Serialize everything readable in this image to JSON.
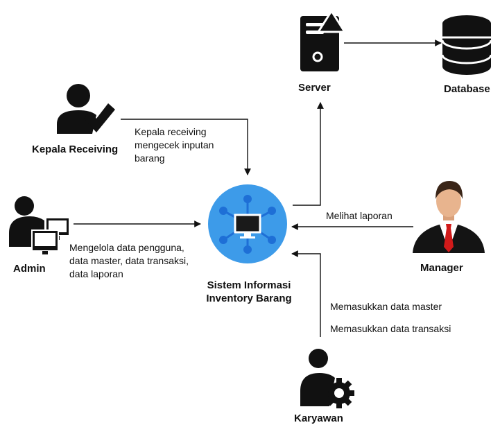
{
  "actors": {
    "server": "Server",
    "database": "Database",
    "kepala_receiving": "Kepala Receiving",
    "admin": "Admin",
    "manager": "Manager",
    "karyawan": "Karyawan"
  },
  "system": {
    "line1": "Sistem Informasi",
    "line2": "Inventory Barang"
  },
  "flows": {
    "kepala": [
      "Kepala receiving",
      "mengecek inputan",
      "barang"
    ],
    "admin": [
      "Mengelola data pengguna,",
      "data master, data transaksi,",
      "data laporan"
    ],
    "manager": "Melihat laporan",
    "karyawan_1": "Memasukkan data master",
    "karyawan_2": "Memasukkan data transaksi"
  },
  "colors": {
    "system_circle": "#3d9be9",
    "node": "#1e6fd6",
    "icon": "#111111",
    "manager_tie": "#d11a1a"
  }
}
